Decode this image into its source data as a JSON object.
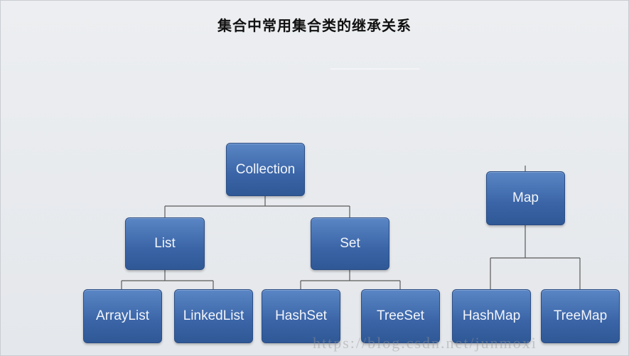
{
  "title": "集合中常用集合类的继承关系",
  "nodes": {
    "collection": "Collection",
    "list": "List",
    "set": "Set",
    "arraylist": "ArrayList",
    "linkedlist": "LinkedList",
    "hashset": "HashSet",
    "treeset": "TreeSet",
    "map": "Map",
    "hashmap": "HashMap",
    "treemap": "TreeMap"
  },
  "watermark": "https://blog.csdn.net/junmoxi",
  "colors": {
    "node_fill": "#3a64a6",
    "node_text": "#f2f5fb",
    "connector": "#5a5a5a",
    "background": "#e9ebee"
  }
}
